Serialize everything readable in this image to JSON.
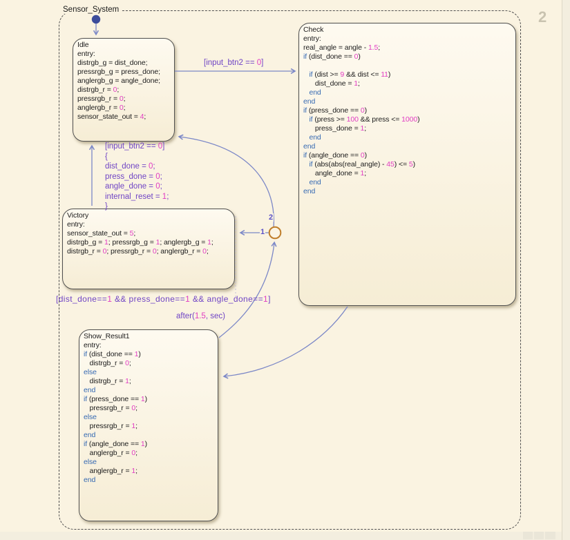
{
  "diagram": {
    "title": "Sensor_System",
    "chart_badge": "2",
    "colors": {
      "canvas": "#faf3e1",
      "outer": "#f3eedf",
      "state-top": "#fefaf0",
      "state-bottom": "#f6edd5",
      "state-border": "#4f4f4f",
      "transition": "#7b87c7",
      "label": "#6f44c5",
      "keyword": "#3569b2",
      "number": "#e13cc3",
      "junction": "#bf7d2a",
      "initial-dot": "#3c4c9b",
      "badge": "#c9c3b0"
    },
    "states": {
      "idle": {
        "name": "Idle",
        "lines": [
          [
            "entry:"
          ],
          [
            "distrgb_g = dist_done;"
          ],
          [
            "pressrgb_g = press_done;"
          ],
          [
            "anglergb_g = angle_done;"
          ],
          [
            "distrgb_r = ",
            [
              "0",
              "n"
            ],
            ";"
          ],
          [
            "pressrgb_r = ",
            [
              "0",
              "n"
            ],
            ";"
          ],
          [
            "anglergb_r = ",
            [
              "0",
              "n"
            ],
            ";"
          ],
          [
            "sensor_state_out = ",
            [
              "4",
              "n"
            ],
            ";"
          ]
        ]
      },
      "check": {
        "name": "Check",
        "lines": [
          [
            "entry:"
          ],
          [
            "real_angle = angle - ",
            [
              "1.5",
              "n"
            ],
            ";"
          ],
          [
            [
              "if",
              "k"
            ],
            " (dist_done == ",
            [
              "0",
              "n"
            ],
            ")"
          ],
          [],
          [
            "   ",
            [
              "if",
              "k"
            ],
            " (dist >= ",
            [
              "9",
              "n"
            ],
            " && dist <= ",
            [
              "11",
              "n"
            ],
            ")"
          ],
          [
            "      dist_done = ",
            [
              "1",
              "n"
            ],
            ";"
          ],
          [
            "   ",
            [
              "end",
              "k"
            ]
          ],
          [
            [
              "end",
              "k"
            ]
          ],
          [
            [
              "if",
              "k"
            ],
            " (press_done == ",
            [
              "0",
              "n"
            ],
            ")"
          ],
          [
            "   ",
            [
              "if",
              "k"
            ],
            " (press >= ",
            [
              "100",
              "n"
            ],
            " && press <= ",
            [
              "1000",
              "n"
            ],
            ")"
          ],
          [
            "      press_done = ",
            [
              "1",
              "n"
            ],
            ";"
          ],
          [
            "   ",
            [
              "end",
              "k"
            ]
          ],
          [
            [
              "end",
              "k"
            ]
          ],
          [
            [
              "if",
              "k"
            ],
            " (angle_done == ",
            [
              "0",
              "n"
            ],
            ")"
          ],
          [
            "   ",
            [
              "if",
              "k"
            ],
            " (abs(abs(real_angle) - ",
            [
              "45",
              "n"
            ],
            ") <= ",
            [
              "5",
              "n"
            ],
            ")"
          ],
          [
            "      angle_done = ",
            [
              "1",
              "n"
            ],
            ";"
          ],
          [
            "   ",
            [
              "end",
              "k"
            ]
          ],
          [
            [
              "end",
              "k"
            ]
          ]
        ]
      },
      "victory": {
        "name": "Victory",
        "lines": [
          [
            "entry:"
          ],
          [
            "sensor_state_out = ",
            [
              "5",
              "n"
            ],
            ";"
          ],
          [
            "distrgb_g = ",
            [
              "1",
              "n"
            ],
            "; pressrgb_g = ",
            [
              "1",
              "n"
            ],
            "; anglergb_g = ",
            [
              "1",
              "n"
            ],
            ";"
          ],
          [
            "distrgb_r = ",
            [
              "0",
              "n"
            ],
            "; pressrgb_r = ",
            [
              "0",
              "n"
            ],
            "; anglergb_r = ",
            [
              "0",
              "n"
            ],
            ";"
          ]
        ]
      },
      "show_result1": {
        "name": "Show_Result1",
        "lines": [
          [
            "entry:"
          ],
          [
            [
              "if",
              "k"
            ],
            " (dist_done == ",
            [
              "1",
              "n"
            ],
            ")"
          ],
          [
            "   distrgb_r = ",
            [
              "0",
              "n"
            ],
            ";"
          ],
          [
            [
              "else",
              "k"
            ]
          ],
          [
            "   distrgb_r = ",
            [
              "1",
              "n"
            ],
            ";"
          ],
          [
            [
              "end",
              "k"
            ]
          ],
          [
            [
              "if",
              "k"
            ],
            " (press_done == ",
            [
              "1",
              "n"
            ],
            ")"
          ],
          [
            "   pressrgb_r = ",
            [
              "0",
              "n"
            ],
            ";"
          ],
          [
            [
              "else",
              "k"
            ]
          ],
          [
            "   pressrgb_r = ",
            [
              "1",
              "n"
            ],
            ";"
          ],
          [
            [
              "end",
              "k"
            ]
          ],
          [
            [
              "if",
              "k"
            ],
            " (angle_done == ",
            [
              "1",
              "n"
            ],
            ")"
          ],
          [
            "   anglergb_r = ",
            [
              "0",
              "n"
            ],
            ";"
          ],
          [
            [
              "else",
              "k"
            ]
          ],
          [
            "   anglergb_r = ",
            [
              "1",
              "n"
            ],
            ";"
          ],
          [
            [
              "end",
              "k"
            ]
          ]
        ]
      }
    },
    "transitions": {
      "idle_to_check": {
        "label": [
          [
            "[input_btn2 == ",
            [
              "0",
              "n"
            ],
            "]"
          ]
        ]
      },
      "victory_to_idle": {
        "label": [
          [
            "[input_btn2 == ",
            [
              "0",
              "n"
            ],
            "]"
          ],
          [
            "{"
          ],
          [
            "dist_done = ",
            [
              "0",
              "n"
            ],
            ";"
          ],
          [
            "press_done = ",
            [
              "0",
              "n"
            ],
            ";"
          ],
          [
            "angle_done = ",
            [
              "0",
              "n"
            ],
            ";"
          ],
          [
            "internal_reset = ",
            [
              "1",
              "n"
            ],
            ";"
          ],
          [
            "}"
          ]
        ]
      },
      "junction_to_victory": {
        "order": "1",
        "label": [
          [
            "[dist_done==",
            [
              "1",
              "n"
            ],
            " && press_done==",
            [
              "1",
              "n"
            ],
            " && angle_done==",
            [
              "1",
              "n"
            ],
            "]"
          ]
        ]
      },
      "junction_to_idle": {
        "order": "2"
      },
      "show_result1_to_junction": {
        "label": [
          [
            "after(",
            [
              "1.5",
              "n"
            ],
            ", sec)"
          ]
        ]
      }
    }
  }
}
